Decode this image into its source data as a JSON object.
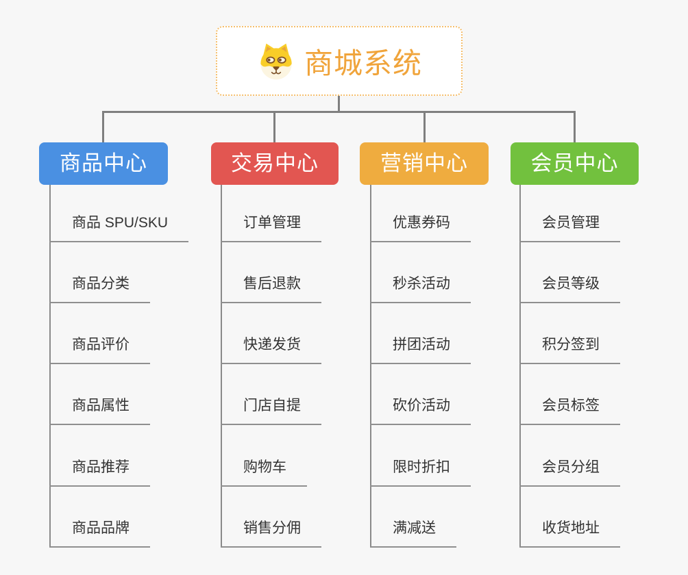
{
  "root": {
    "title": "商城系统",
    "icon": "shiba-dog-icon"
  },
  "branches": [
    {
      "label": "商品中心",
      "color": "#4A90E2",
      "children": [
        "商品 SPU/SKU",
        "商品分类",
        "商品评价",
        "商品属性",
        "商品推荐",
        "商品品牌"
      ]
    },
    {
      "label": "交易中心",
      "color": "#E25651",
      "children": [
        "订单管理",
        "售后退款",
        "快递发货",
        "门店自提",
        "购物车",
        "销售分佣"
      ]
    },
    {
      "label": "营销中心",
      "color": "#EFAC3F",
      "children": [
        "优惠券码",
        "秒杀活动",
        "拼团活动",
        "砍价活动",
        "限时折扣",
        "满减送"
      ]
    },
    {
      "label": "会员中心",
      "color": "#72C13E",
      "children": [
        "会员管理",
        "会员等级",
        "积分签到",
        "会员标签",
        "会员分组",
        "收货地址"
      ]
    }
  ],
  "colors": {
    "background": "#F7F7F7",
    "connector_line": "#7F7F7F",
    "column_line": "#8A8A8A",
    "underline": "#8F8F8F",
    "child_text": "#333333",
    "root_border": "#F5BE6B",
    "root_text": "#F0A43B",
    "dog_yellow": "#F9CD28",
    "dog_cream": "#FCF5E1",
    "dog_brown": "#7A4E24"
  }
}
